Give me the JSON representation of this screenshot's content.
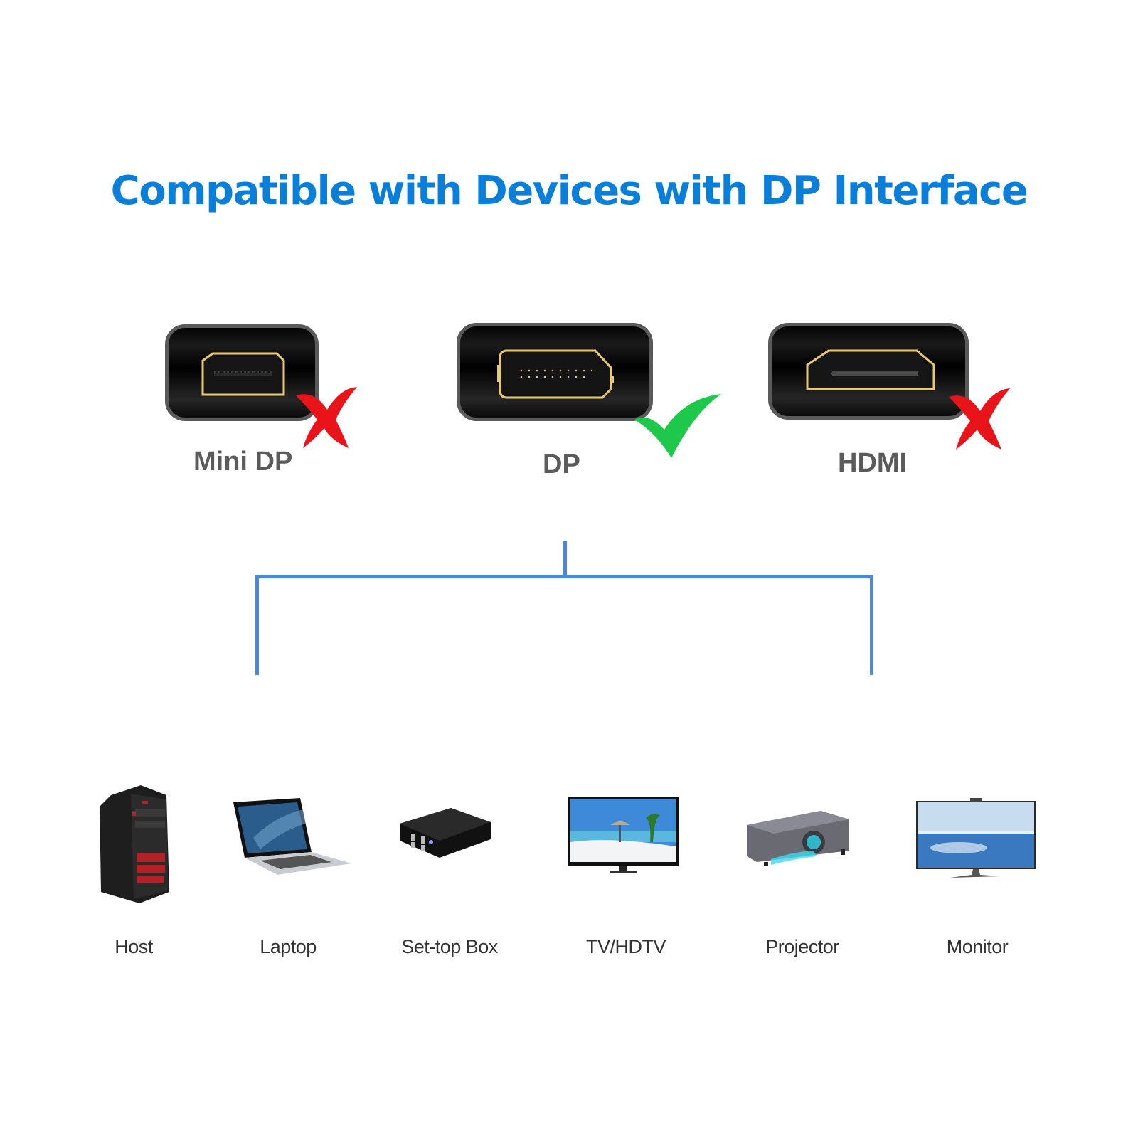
{
  "title": "Compatible with Devices with DP Interface",
  "colors": {
    "title": "#0a7fd9",
    "bracket": "#4f86d6",
    "compatible": "#1ec84a",
    "incompatible": "#e8141a",
    "connector_gold": "#e8c870",
    "label_gray": "#5b5b5b"
  },
  "ports": [
    {
      "label": "Mini DP",
      "status": "incompatible",
      "status_icon": "red-x-icon"
    },
    {
      "label": "DP",
      "status": "compatible",
      "status_icon": "green-check-icon"
    },
    {
      "label": "HDMI",
      "status": "incompatible",
      "status_icon": "red-x-icon"
    }
  ],
  "devices": [
    {
      "label": "Host",
      "icon": "pc-tower-icon"
    },
    {
      "label": "Laptop",
      "icon": "laptop-icon"
    },
    {
      "label": "Set-top Box",
      "icon": "set-top-box-icon"
    },
    {
      "label": "TV/HDTV",
      "icon": "tv-icon"
    },
    {
      "label": "Projector",
      "icon": "projector-icon"
    },
    {
      "label": "Monitor",
      "icon": "monitor-icon"
    }
  ]
}
